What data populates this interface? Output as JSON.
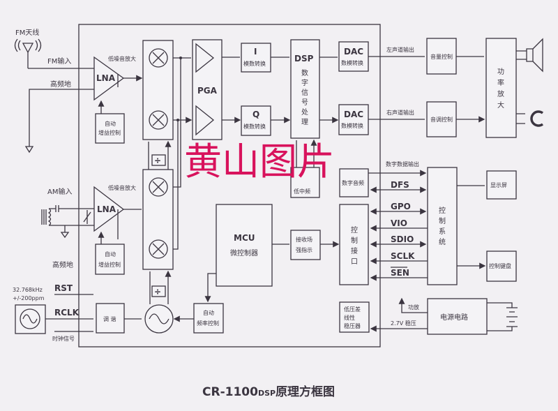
{
  "title": {
    "main": "CR-1100",
    "sub": "DSP",
    "suffix": "原理方框图"
  },
  "watermark": "黄山图片",
  "fm": {
    "antenna": "FM天线",
    "input": "FM输入",
    "ground": "高频地",
    "lna": "LNA",
    "lna_label": "低噪音放大",
    "agc1": "自动",
    "agc2": "增益控制"
  },
  "am": {
    "input": "AM输入",
    "ground": "高频地",
    "lna": "LNA",
    "lna_label": "低噪音放大",
    "agc1": "自动",
    "agc2": "增益控制"
  },
  "clock": {
    "freq": "32.768kHz",
    "tol": "+/-200ppm",
    "rst": "RST",
    "rclk": "RCLK",
    "clk": "时钟信号",
    "tune": "调 谐",
    "afc1": "自动",
    "afc2": "频率控制",
    "div": "÷"
  },
  "pga": "PGA",
  "adc_i": {
    "name": "I",
    "label": "模数转换"
  },
  "adc_q": {
    "name": "Q",
    "label": "模数转换"
  },
  "dsp": {
    "name": "DSP",
    "chars": [
      "数",
      "字",
      "信",
      "号",
      "处",
      "理"
    ]
  },
  "dac_l": {
    "name": "DAC",
    "label": "数模转换"
  },
  "dac_r": {
    "name": "DAC",
    "label": "数模转换"
  },
  "left_out": "左声道输出",
  "right_out": "右声道输出",
  "volume": "音量控制",
  "tone": "音调控制",
  "power_amp": [
    "功",
    "率",
    "放",
    "大"
  ],
  "low_if": "低中频",
  "digital_audio": "数字音频",
  "digital_out": "数字数据输出",
  "signals": [
    "DFS",
    "GPO",
    "VIO",
    "SDIO",
    "SCLK",
    "SEN"
  ],
  "control_iface": [
    "控",
    "制",
    "接",
    "口"
  ],
  "control_sys": [
    "控",
    "制",
    "系",
    "统"
  ],
  "mcu": {
    "name": "MCU",
    "label": "微控制器"
  },
  "rssi": [
    "接收场",
    "强指示"
  ],
  "display": "显示屏",
  "keyboard": "控制键盘",
  "ldo": [
    "低压差",
    "线性",
    "稳压器"
  ],
  "power": "电源电路",
  "amp_pwr": "功放",
  "reg": "2.7V  稳压",
  "colors": {
    "line": "#3b3540",
    "watermark": "#d8125c",
    "paper": "#f2f0f3"
  }
}
